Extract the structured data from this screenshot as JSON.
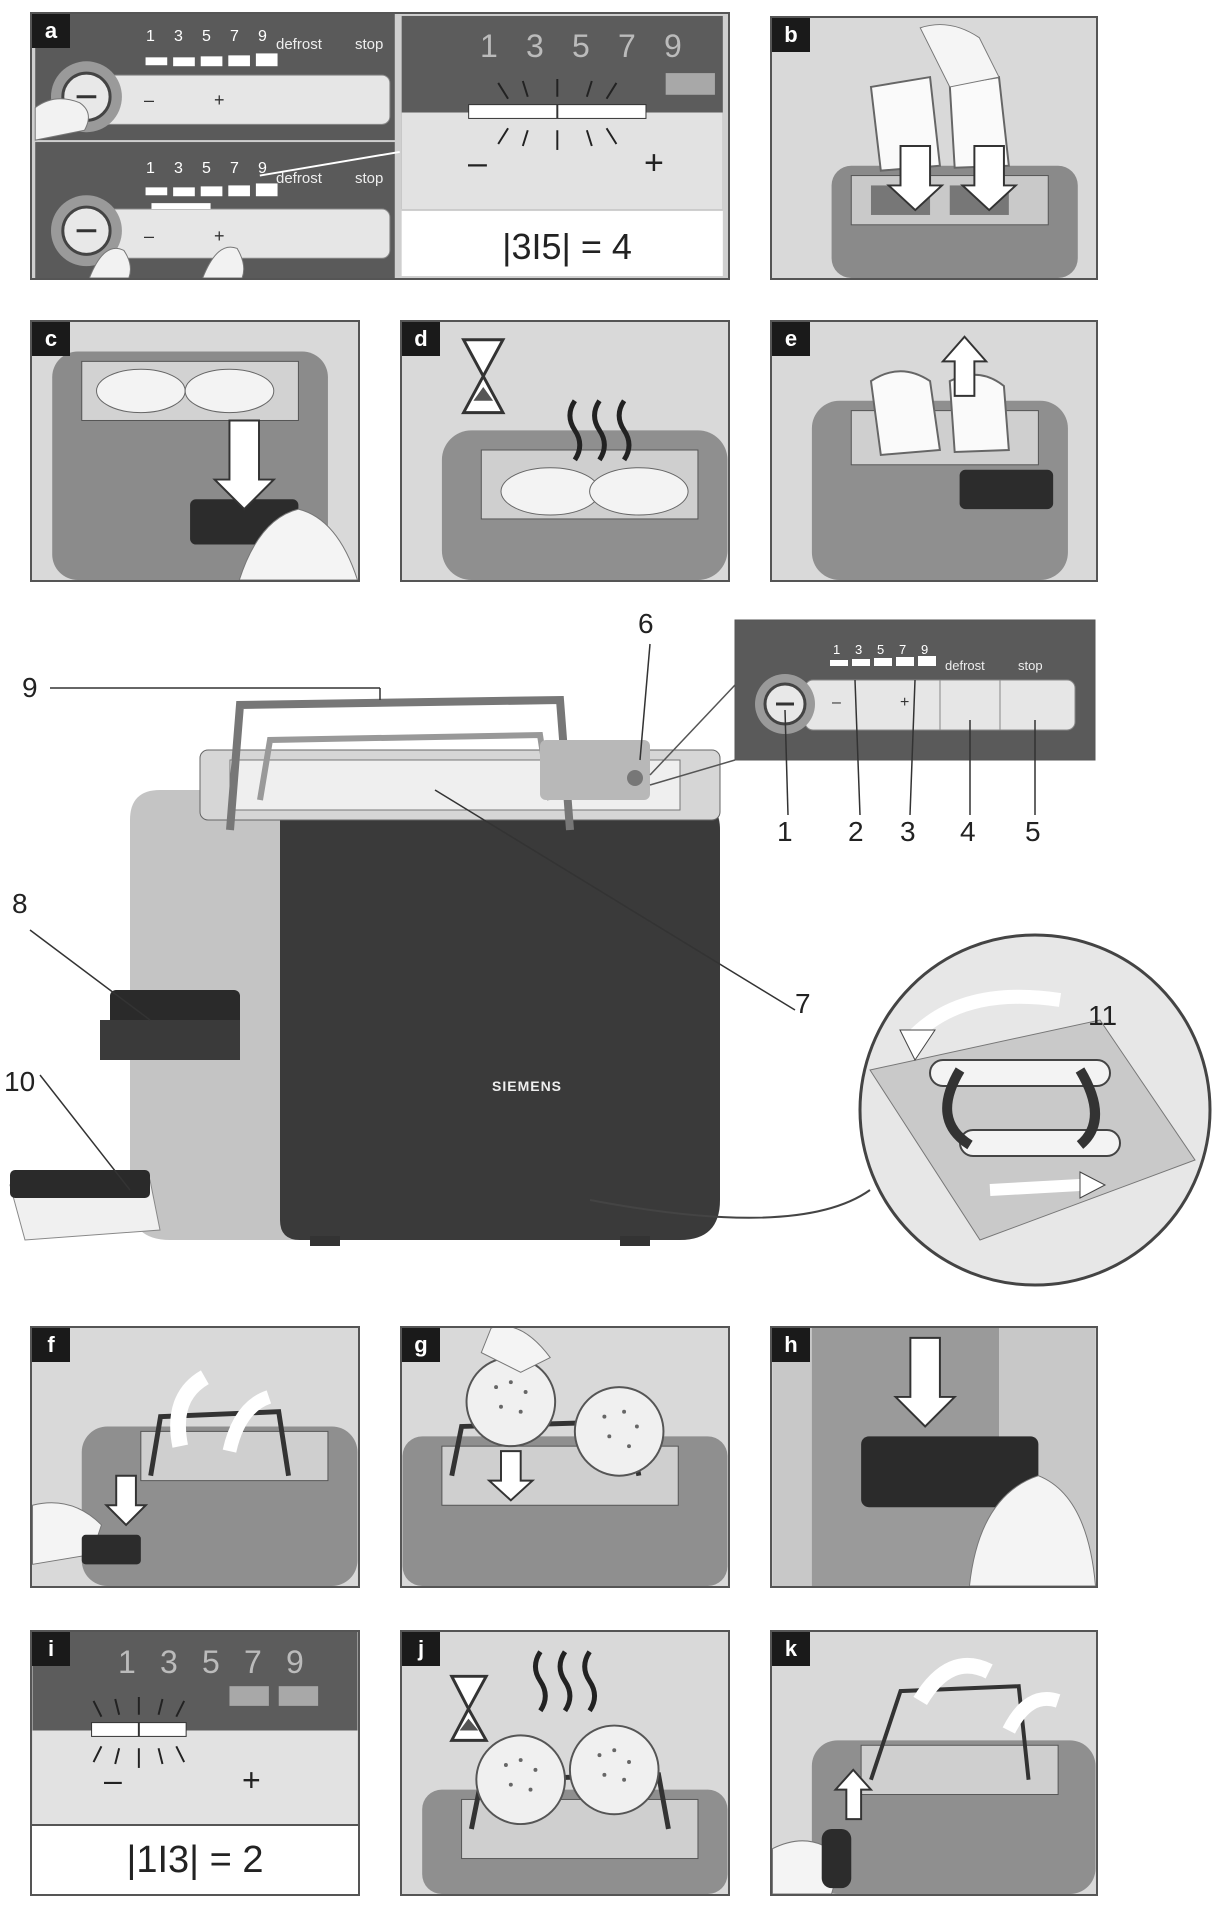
{
  "panel_tags": {
    "a": "a",
    "b": "b",
    "c": "c",
    "d": "d",
    "e": "e",
    "f": "f",
    "g": "g",
    "h": "h",
    "i": "i",
    "j": "j",
    "k": "k"
  },
  "control_panel": {
    "levels": [
      "1",
      "3",
      "5",
      "7",
      "9"
    ],
    "defrost_label": "defrost",
    "stop_label": "stop",
    "minus": "–",
    "plus": "+"
  },
  "formulas": {
    "a": "|3I5| = 4",
    "i": "|1I3| = 2"
  },
  "callouts": [
    "1",
    "2",
    "3",
    "4",
    "5",
    "6",
    "7",
    "8",
    "9",
    "10",
    "11"
  ],
  "brand": "SIEMENS",
  "colors": {
    "body_dark": "#3a3a3a",
    "steel": "#bdbdbd",
    "panel_bg": "#d9d9d9",
    "light_bg": "#eeeeee"
  }
}
